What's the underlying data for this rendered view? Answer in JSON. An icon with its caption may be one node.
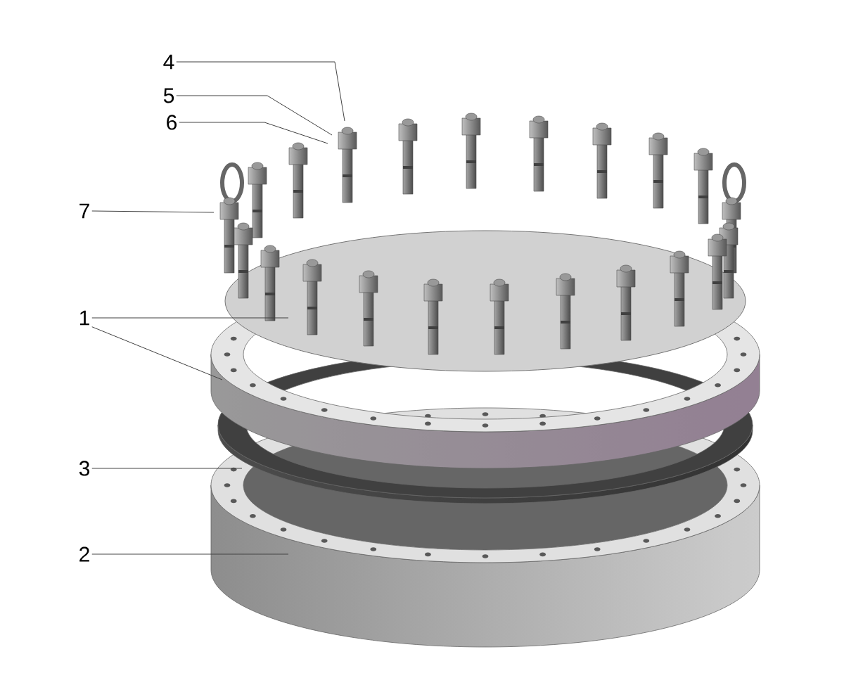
{
  "diagram": {
    "nodes": [
      {
        "text": [
          "4"
        ]
      },
      {
        "text": [
          "5"
        ]
      },
      {
        "text": [
          "6"
        ]
      },
      {
        "text": [
          "7"
        ]
      },
      {
        "text": [
          "1"
        ]
      },
      {
        "text": [
          "3"
        ]
      },
      {
        "text": [
          "2"
        ]
      }
    ],
    "edges": [
      {
        "from": 0,
        "to": null,
        "arrow": "none"
      },
      {
        "from": 1,
        "to": null,
        "arrow": "none"
      },
      {
        "from": 2,
        "to": null,
        "arrow": "none"
      },
      {
        "from": 3,
        "to": null,
        "arrow": "none"
      },
      {
        "from": 4,
        "to": null,
        "arrow": "none"
      },
      {
        "from": 4,
        "to": null,
        "arrow": "none"
      },
      {
        "from": 5,
        "to": null,
        "arrow": "none"
      },
      {
        "from": 6,
        "to": null,
        "arrow": "none"
      }
    ]
  }
}
